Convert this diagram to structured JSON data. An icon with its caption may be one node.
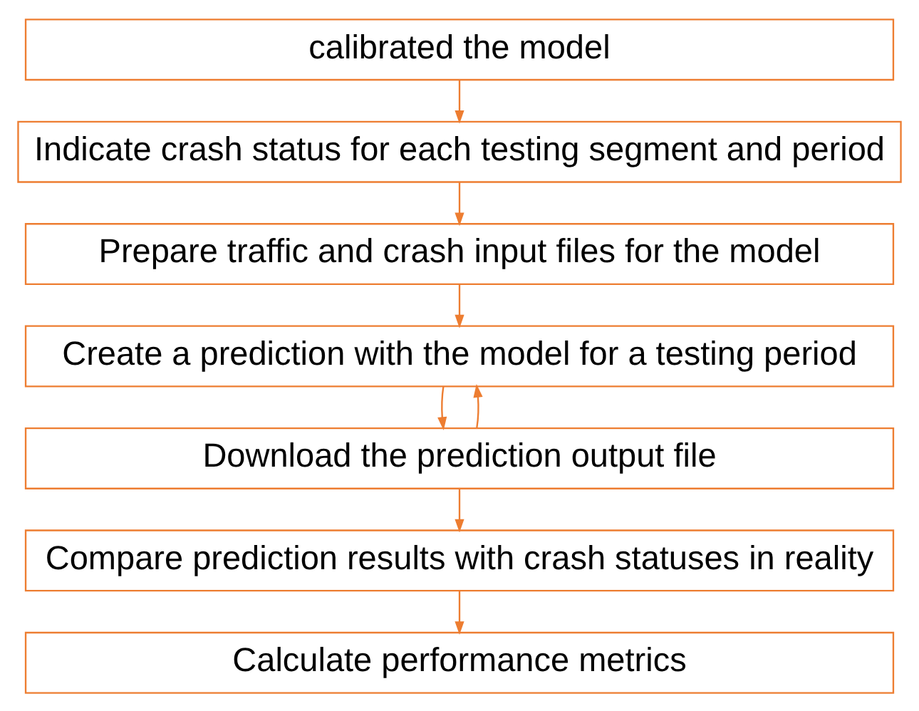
{
  "diagram": {
    "nodes": [
      {
        "text": [
          "calibrated the model"
        ]
      },
      {
        "text": [
          "Indicate crash status for each testing segment and period"
        ]
      },
      {
        "text": [
          "Prepare traffic and crash input files for the model"
        ]
      },
      {
        "text": [
          "Create a prediction with the model for a testing period"
        ]
      },
      {
        "text": [
          "Download the prediction output file"
        ]
      },
      {
        "text": [
          "Compare prediction results with crash statuses in reality"
        ]
      },
      {
        "text": [
          "Calculate performance metrics"
        ]
      }
    ],
    "edges": [
      {
        "from": 0,
        "to": 1,
        "arrow": "to"
      },
      {
        "from": 1,
        "to": 2,
        "arrow": "to"
      },
      {
        "from": 2,
        "to": 3,
        "arrow": "to"
      },
      {
        "from": 3,
        "to": 4,
        "arrow": "to"
      },
      {
        "from": 4,
        "to": 3,
        "arrow": "to"
      },
      {
        "from": 4,
        "to": 5,
        "arrow": "to"
      },
      {
        "from": 5,
        "to": 6,
        "arrow": "to"
      }
    ]
  }
}
